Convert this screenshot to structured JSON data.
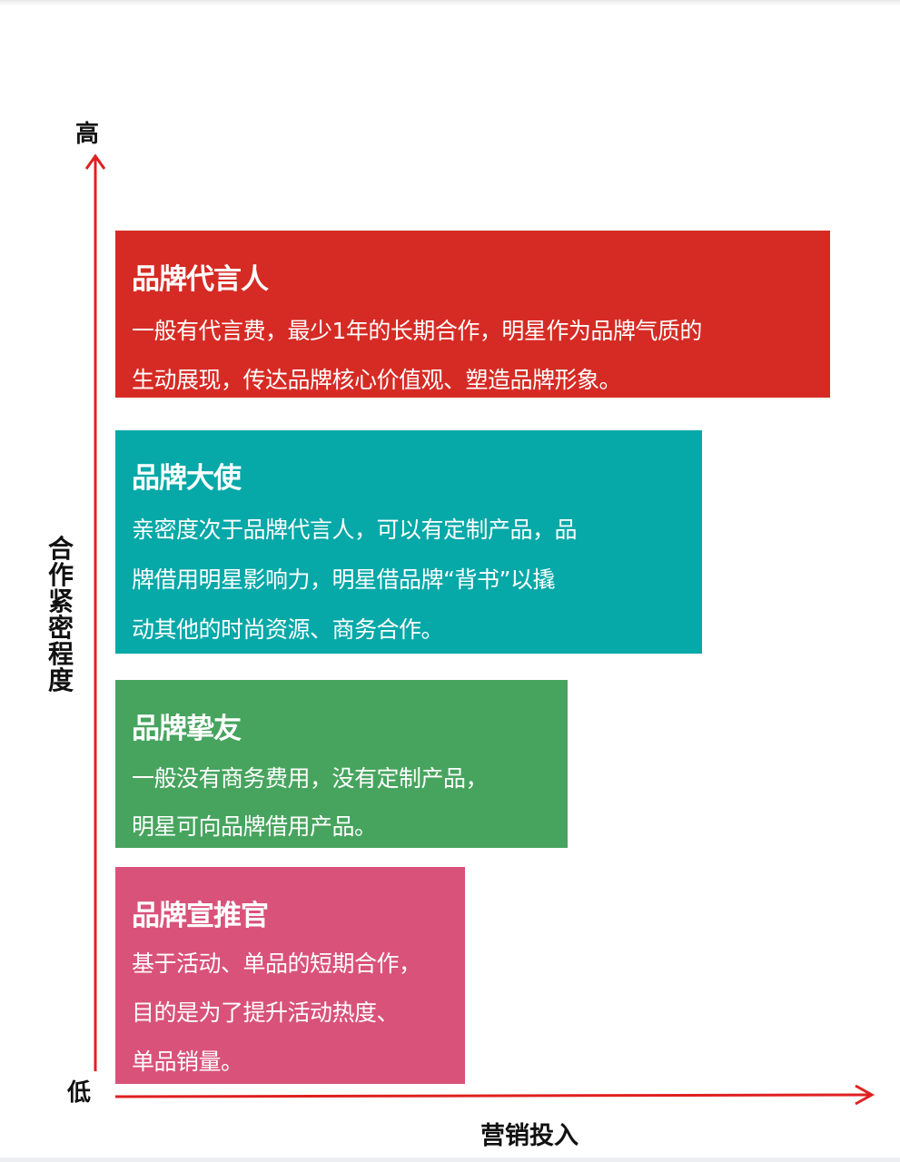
{
  "axes": {
    "y_high_label": "高",
    "y_low_label": "低",
    "y_title": "合作紧密程度",
    "x_title": "营销投入",
    "axis_color": "#e02020"
  },
  "tiers": [
    {
      "title": "品牌代言人",
      "color": "#d62b24",
      "lines": [
        "一般有代言费，最少1年的长期合作，明星作为品牌气质的",
        "生动展现，传达品牌核心价值观、塑造品牌形象。"
      ]
    },
    {
      "title": "品牌大使",
      "color": "#06a8a8",
      "lines": [
        "亲密度次于品牌代言人，可以有定制产品，品",
        "牌借用明星影响力，明星借品牌“背书”以撬",
        "动其他的时尚资源、商务合作。"
      ]
    },
    {
      "title": "品牌挚友",
      "color": "#47a45e",
      "lines": [
        "一般没有商务费用，没有定制产品，",
        "明星可向品牌借用产品。"
      ]
    },
    {
      "title": "品牌宣推官",
      "color": "#d9527a",
      "lines": [
        "基于活动、单品的短期合作，",
        "目的是为了提升活动热度、",
        "单品销量。"
      ]
    }
  ]
}
